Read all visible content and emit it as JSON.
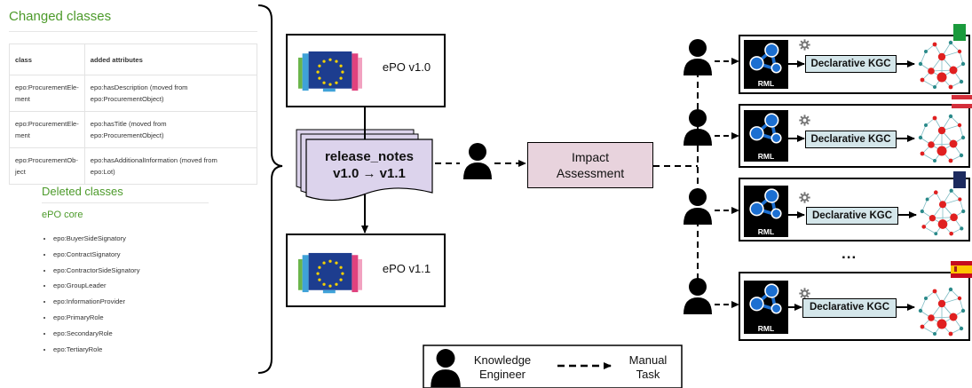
{
  "left_panel": {
    "changed_heading": "Changed classes",
    "table": {
      "headers": [
        "class",
        "added attributes"
      ],
      "rows": [
        [
          "epo:ProcurementEle-\nment",
          "epo:hasDescription (moved from\nepo:ProcurementObject)"
        ],
        [
          "epo:ProcurementEle-\nment",
          "epo:hasTitle (moved from\nepo:ProcurementObject)"
        ],
        [
          "epo:ProcurementOb-\nject",
          "epo:hasAdditionalInformation (moved from\nepo:Lot)"
        ]
      ]
    },
    "deleted_heading": "Deleted classes",
    "epo_core_heading": "ePO core",
    "deleted_items": [
      "epo:BuyerSideSignatory",
      "epo:ContractSignatory",
      "epo:ContractorSideSignatory",
      "epo:GroupLeader",
      "epo:InformationProvider",
      "epo:PrimaryRole",
      "epo:SecondaryRole",
      "epo:TertiaryRole"
    ]
  },
  "diagram": {
    "epo_v10_label": "ePO v1.0",
    "epo_v11_label": "ePO v1.1",
    "release_notes_line1": "release_notes",
    "release_notes_line2": "v1.0 → v1.1",
    "impact_line1": "Impact",
    "impact_line2": "Assessment",
    "rml_label": "RML",
    "kgc_label": "Declarative KGC",
    "ellipsis": "...",
    "flags": [
      "green-flag",
      "austria-flag",
      "navy-flag",
      "spain-flag"
    ]
  },
  "legend": {
    "person_line1": "Knowledge",
    "person_line2": "Engineer",
    "arrow_line1": "Manual",
    "arrow_line2": "Task"
  },
  "colors": {
    "heading_green": "#4c9a2a",
    "doc_purple": "#dcd3ec",
    "impact_pink": "#e8d3dd",
    "kgc_blue": "#d4e6ea",
    "node_red": "#e02020",
    "node_teal": "#2a8a8a"
  }
}
